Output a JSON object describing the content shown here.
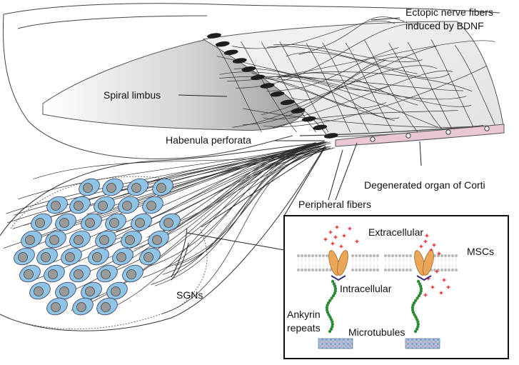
{
  "labels": {
    "ectopic_line1": "Ectopic nerve fibers",
    "ectopic_line2": "induced by BDNF",
    "spiral_limbus": "Spiral limbus",
    "habenula_perforata": "Habenula perforata",
    "degenerated_organ": "Degenerated organ of Corti",
    "peripheral_fibers": "Peripheral fibers",
    "sgns": "SGNs"
  },
  "inset": {
    "extracellular": "Extracellular",
    "msc": "MSCs",
    "intracellular": "Intracellular",
    "ankyrin_line1": "Ankyrin",
    "ankyrin_line2": "repeats",
    "microtubules": "Microtubules"
  },
  "colors": {
    "neuron_fill": "#8fc4e6",
    "nucleus_fill": "#9a9a9a",
    "organ_fill": "#e9c7d7",
    "ligand": "#e21b23",
    "receptor": "#e9a65a",
    "ankyrin": "#2f8a3a",
    "membrane": "#b9b9b9",
    "microtubule": "#7fa7c7"
  },
  "icons": {
    "neuron": "spiral-ganglion-neuron-icon",
    "nucleus": "cell-nucleus-icon",
    "channel": "ion-channel-icon",
    "ligand": "ligand-dot-icon"
  }
}
